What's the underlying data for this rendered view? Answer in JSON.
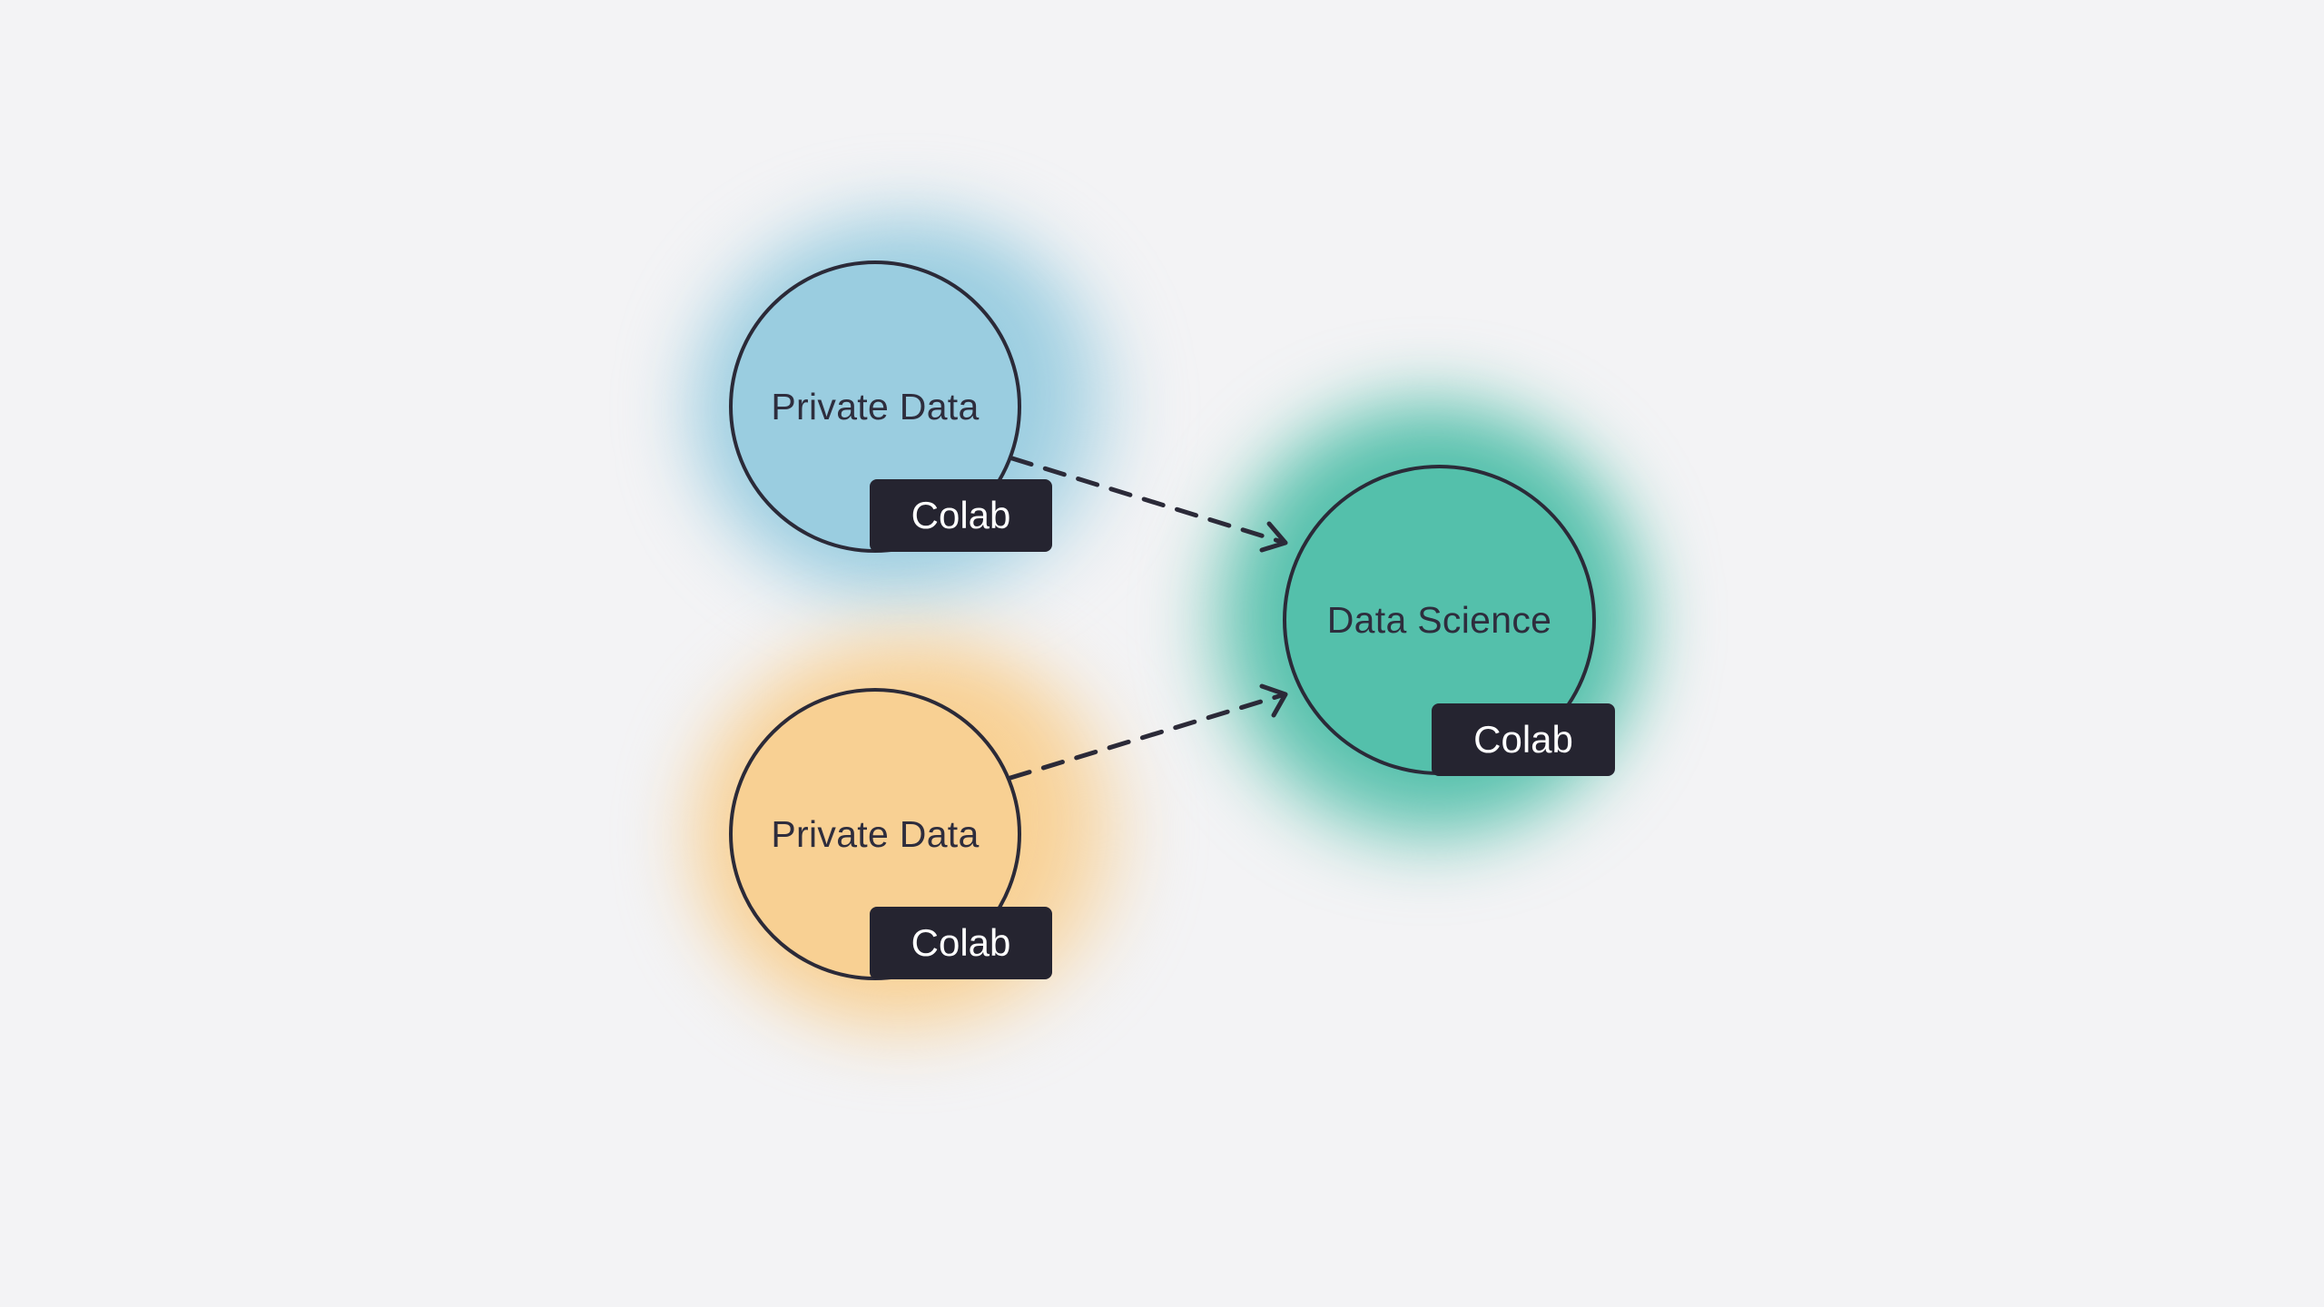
{
  "colors": {
    "background": "#f3f3f5",
    "blue": "#9acde0",
    "orange": "#f8d093",
    "green": "#54c0ab",
    "outline": "#2b2a38",
    "badge": "#252430"
  },
  "nodes": [
    {
      "id": "private-data-1",
      "label": "Private Data",
      "badge": "Colab",
      "color": "#9acde0"
    },
    {
      "id": "private-data-2",
      "label": "Private Data",
      "badge": "Colab",
      "color": "#f8d093"
    },
    {
      "id": "data-science",
      "label": "Data Science",
      "badge": "Colab",
      "color": "#54c0ab"
    }
  ],
  "edges": [
    {
      "from": "private-data-1",
      "to": "data-science",
      "style": "dashed-arrow"
    },
    {
      "from": "private-data-2",
      "to": "data-science",
      "style": "dashed-arrow"
    }
  ]
}
